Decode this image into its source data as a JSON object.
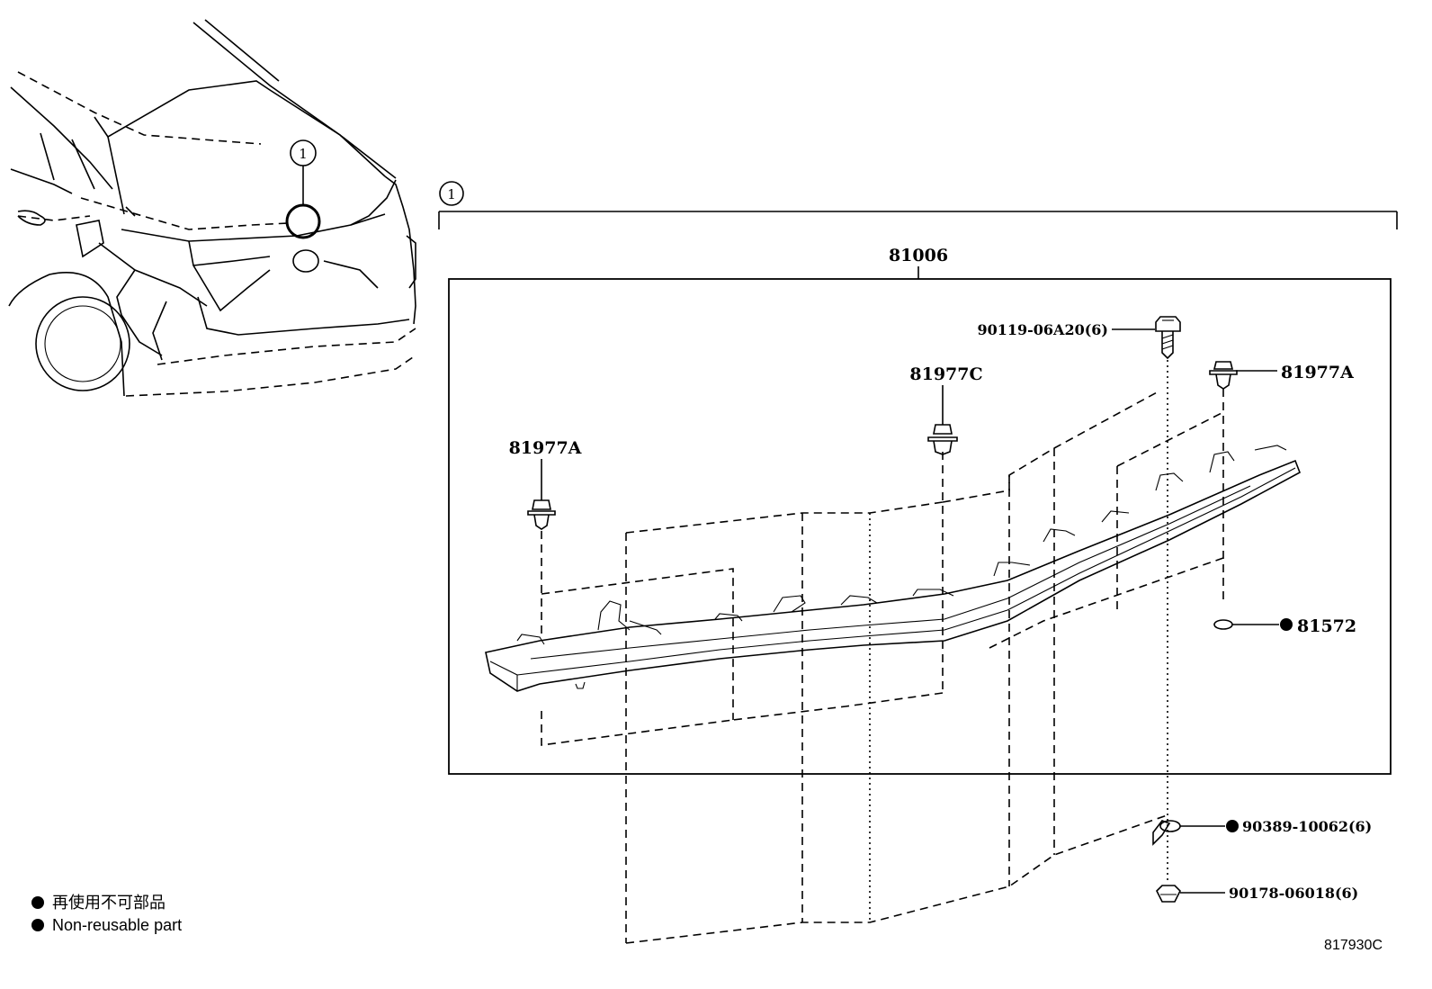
{
  "callout": {
    "number": "1"
  },
  "assembly": {
    "part_number": "81006"
  },
  "parts": {
    "bolt": "90119-06A20(6)",
    "clip_center": "81977C",
    "clip_right": "81977A",
    "clip_left": "81977A",
    "seal": "81572",
    "nut_washer": "90389-10062(6)",
    "nut": "90178-06018(6)"
  },
  "legend": {
    "line_ja": "再使用不可部品",
    "line_en": "Non-reusable part"
  },
  "figure_id": "817930C"
}
